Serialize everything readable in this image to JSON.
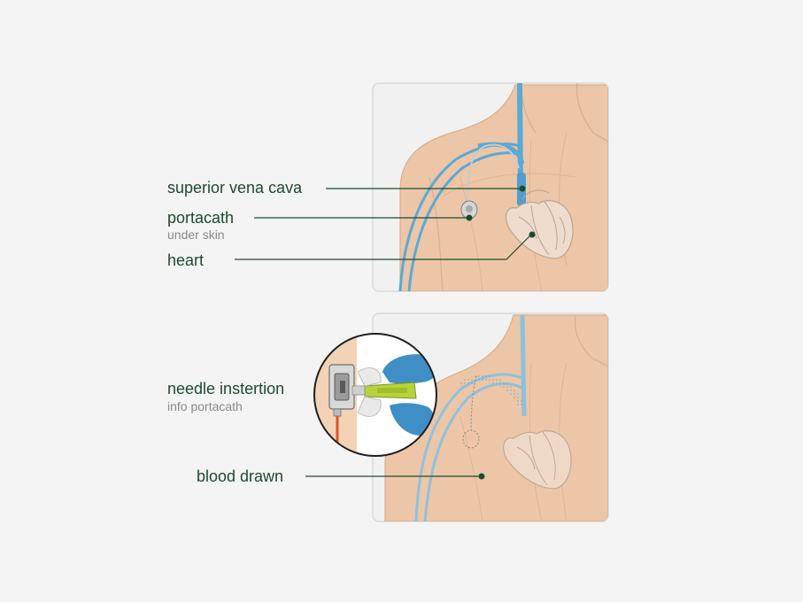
{
  "labels": {
    "svc": "superior vena cava",
    "portacath": "portacath",
    "portacath_sub": "under skin",
    "heart": "heart",
    "needle": "needle instertion",
    "needle_sub": "info portacath",
    "blood": "blood drawn"
  },
  "colors": {
    "background": "#f4f4f4",
    "panel_bg": "#f1f1f1",
    "panel_border": "#d9d9d9",
    "skin": "#ecc6a6",
    "skin_outline": "#d9ae90",
    "vein": "#5aa9d6",
    "vein_light": "#8fc1dd",
    "leader": "#1d4a30",
    "needle_green": "#b6d43a",
    "tube_red": "#d9542f",
    "text": "#1d4a30",
    "subtext": "#8a8a8a"
  },
  "icons": [
    "top-anatomy-panel",
    "bottom-anatomy-panel",
    "magnifier-inset",
    "heart-illustration",
    "port-device",
    "needle-device"
  ]
}
